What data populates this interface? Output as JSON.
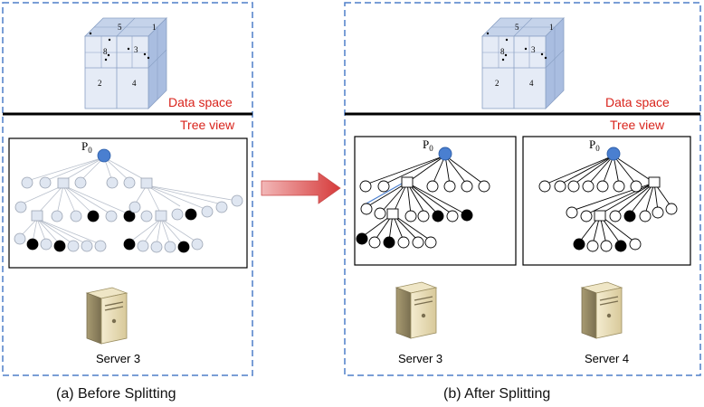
{
  "panels": {
    "before": {
      "caption": "(a) Before Splitting",
      "data_space_label": "Data space",
      "tree_view_label": "Tree view",
      "root_label": "P",
      "root_subscript": "0",
      "server_label": "Server 3"
    },
    "after": {
      "caption": "(b) After Splitting",
      "data_space_label": "Data space",
      "tree_view_label": "Tree view",
      "left_tree": {
        "root_label": "P",
        "root_subscript": "0"
      },
      "right_tree": {
        "root_label": "P",
        "root_subscript": "0"
      },
      "server_left_label": "Server 3",
      "server_right_label": "Server 4"
    }
  },
  "cube_before": {
    "front_labels": [
      "2",
      "4"
    ],
    "top_labels": [
      "5",
      "1"
    ],
    "side_labels": [
      "8",
      "3"
    ]
  },
  "cube_after": {
    "front_labels": [
      "2",
      "4"
    ],
    "top_labels": [
      "5",
      "1"
    ],
    "side_labels": [
      "8",
      "3"
    ]
  },
  "colors": {
    "dashed_border": "#4f7ec8",
    "label_red": "#d9241c",
    "root_fill": "#4a7fd0",
    "node_fill": "#dfe6f1",
    "leaf_black": "#000000",
    "arrow": "#e06060"
  }
}
